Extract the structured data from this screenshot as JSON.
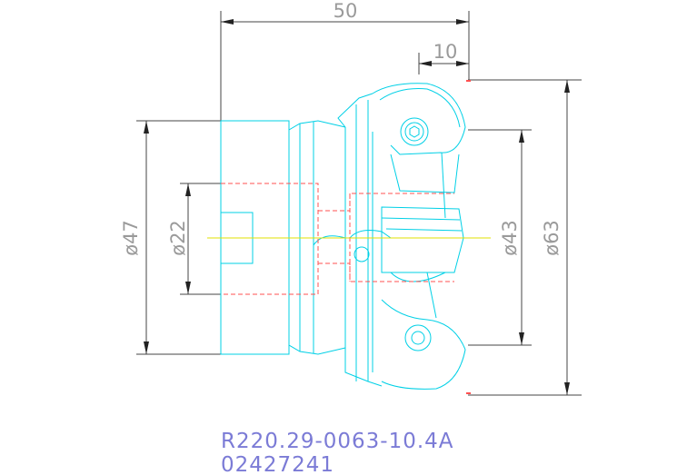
{
  "dimensions": {
    "overall_length": "50",
    "insert_offset": "10",
    "shank_diameter": "ø47",
    "bore_diameter": "ø22",
    "inner_diameter": "ø43",
    "cutting_diameter": "ø63"
  },
  "part": {
    "designation": "R220.29-0063-10.4A",
    "order_number": "02427241"
  },
  "colors": {
    "outline": "#00d0e6",
    "hidden_lines": "#ff5050",
    "centerline": "#e0e000",
    "dimensions": "#444444",
    "dimension_text": "#9a9a9a",
    "part_code_text": "#7b7bd6"
  }
}
